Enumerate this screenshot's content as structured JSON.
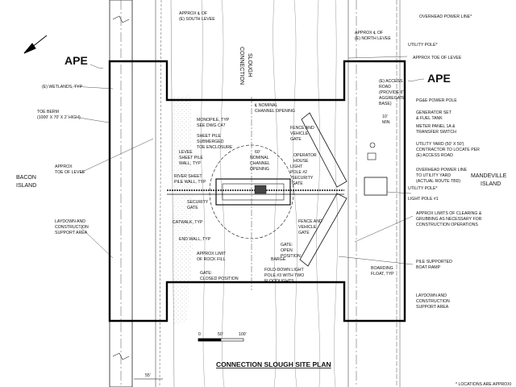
{
  "drawing": {
    "title": "CONNECTION SLOUGH SITE PLAN",
    "footnote": "* LOCATIONS ARE APPROXI",
    "ape_left": "APE",
    "ape_right": "APE",
    "slough_name": [
      "CONNECTION",
      "SLOUGH"
    ],
    "bacon_island": [
      "BACON",
      "ISLAND"
    ],
    "mandeville_island": [
      "MANDEVILLE",
      "ISLAND"
    ],
    "dim_55": "55'",
    "scale_ticks": [
      "0",
      "50'",
      "100'"
    ],
    "left_labels": {
      "south_levee": [
        "APPROX ℄ OF",
        "(E) SOUTH LEVEE"
      ],
      "wetlands": "(E) WETLANDS, TYP",
      "toe_berm": [
        "TOE BERM",
        "(1000' X 70' X 2' HIGH)"
      ],
      "approx_toe": [
        "APPROX",
        "TOE OF LEVEE"
      ],
      "laydown": [
        "LAYDOWN AND",
        "CONSTRUCTION",
        "SUPPORT AREA"
      ]
    },
    "center_labels": {
      "channel_opening": [
        "℄ NOMINAL",
        "CHANNEL OPENING"
      ],
      "monopile": [
        "MONOPILE, TYP",
        "SEE DWG C47"
      ],
      "sheet_pile_submerged": [
        "SHEET PILE",
        "SUBMERGED",
        "TOE ENCLOSURE"
      ],
      "levee_sheet_pile": [
        "LEVEE",
        "SHEET PILE",
        "WALL, TYP"
      ],
      "nominal_opening": [
        "60'",
        "NOMINAL",
        "CHANNEL",
        "OPENING"
      ],
      "river_sheet_pile": [
        "RIVER SHEET",
        "PILE WALL, TYP"
      ],
      "security_gate_left": [
        "SECURITY",
        "GATE"
      ],
      "catwalk": "CATWALK, TYP",
      "end_wall": "END WALL, TYP",
      "rock_fill": [
        "APPROX LIMIT",
        "OF ROCK FILL"
      ],
      "gate_closed": [
        "GATE:",
        "CLOSED POSITION"
      ],
      "barge": "BARGE",
      "gate_open": [
        "GATE:",
        "OPEN",
        "POSITION"
      ],
      "light_pole_3": [
        "FOLD-DOWN LIGHT",
        "POLE #3 WITH TWO",
        "FLOODLIGHTS"
      ],
      "fence_gate_top": [
        "FENCE AND",
        "VEHICLE",
        "GATE"
      ],
      "operator_house": [
        "OPERATOR",
        "HOUSE"
      ],
      "light_pole_2": [
        "LIGHT",
        "POLE #2"
      ],
      "security_gate_right": [
        "SECURITY",
        "GATE"
      ],
      "fence_gate_bottom": [
        "FENCE AND",
        "VEHICLE",
        "GATE"
      ],
      "boarding_float": [
        "BOARDING",
        "FLOAT, TYP"
      ]
    },
    "right_labels": {
      "overhead_power": "OVERHEAD POWER LINE*",
      "north_levee": [
        "APPROX ℄ OF",
        "(E) NORTH LEVEE"
      ],
      "utility_pole_top": "UTILITY POLE*",
      "approx_toe": "APPROX TOE OF LEVEE",
      "access_road": [
        "(E) ACCESS",
        "ROAD",
        "(PROVIDE 6\"",
        "AGGREGATE",
        "BASE)"
      ],
      "pge_pole": "PG&E POWER POLE",
      "generator": [
        "GENERATOR SET",
        "& FUEL TANK"
      ],
      "min_10": [
        "10'",
        "MIN"
      ],
      "meter_panel": [
        "METER PANEL 1A &",
        "TRANSFER SWITCH"
      ],
      "utility_yard": [
        "UTILITY YARD (50' X 50')",
        "CONTRACTOR TO LOCATE PER",
        "(E) ACCESS ROAD"
      ],
      "overhead_to_yard": [
        "OVERHEAD POWER LINE",
        "TO UTILITY YARD",
        "(ACTUAL ROUTE TBD)"
      ],
      "utility_pole_mid": "UTILITY POLE*",
      "light_pole_1": "LIGHT POLE #1",
      "limits_clearing": [
        "APPROX LIMITS OF CLEARING &",
        "GRUBBING AS NECESSARY FOR",
        "CONSTRUCTION OPERATIONS"
      ],
      "boat_ramp": [
        "PILE SUPPORTED",
        "BOAT RAMP"
      ],
      "laydown": [
        "LAYDOWN AND",
        "CONSTRUCTION",
        "SUPPORT AREA"
      ]
    }
  }
}
